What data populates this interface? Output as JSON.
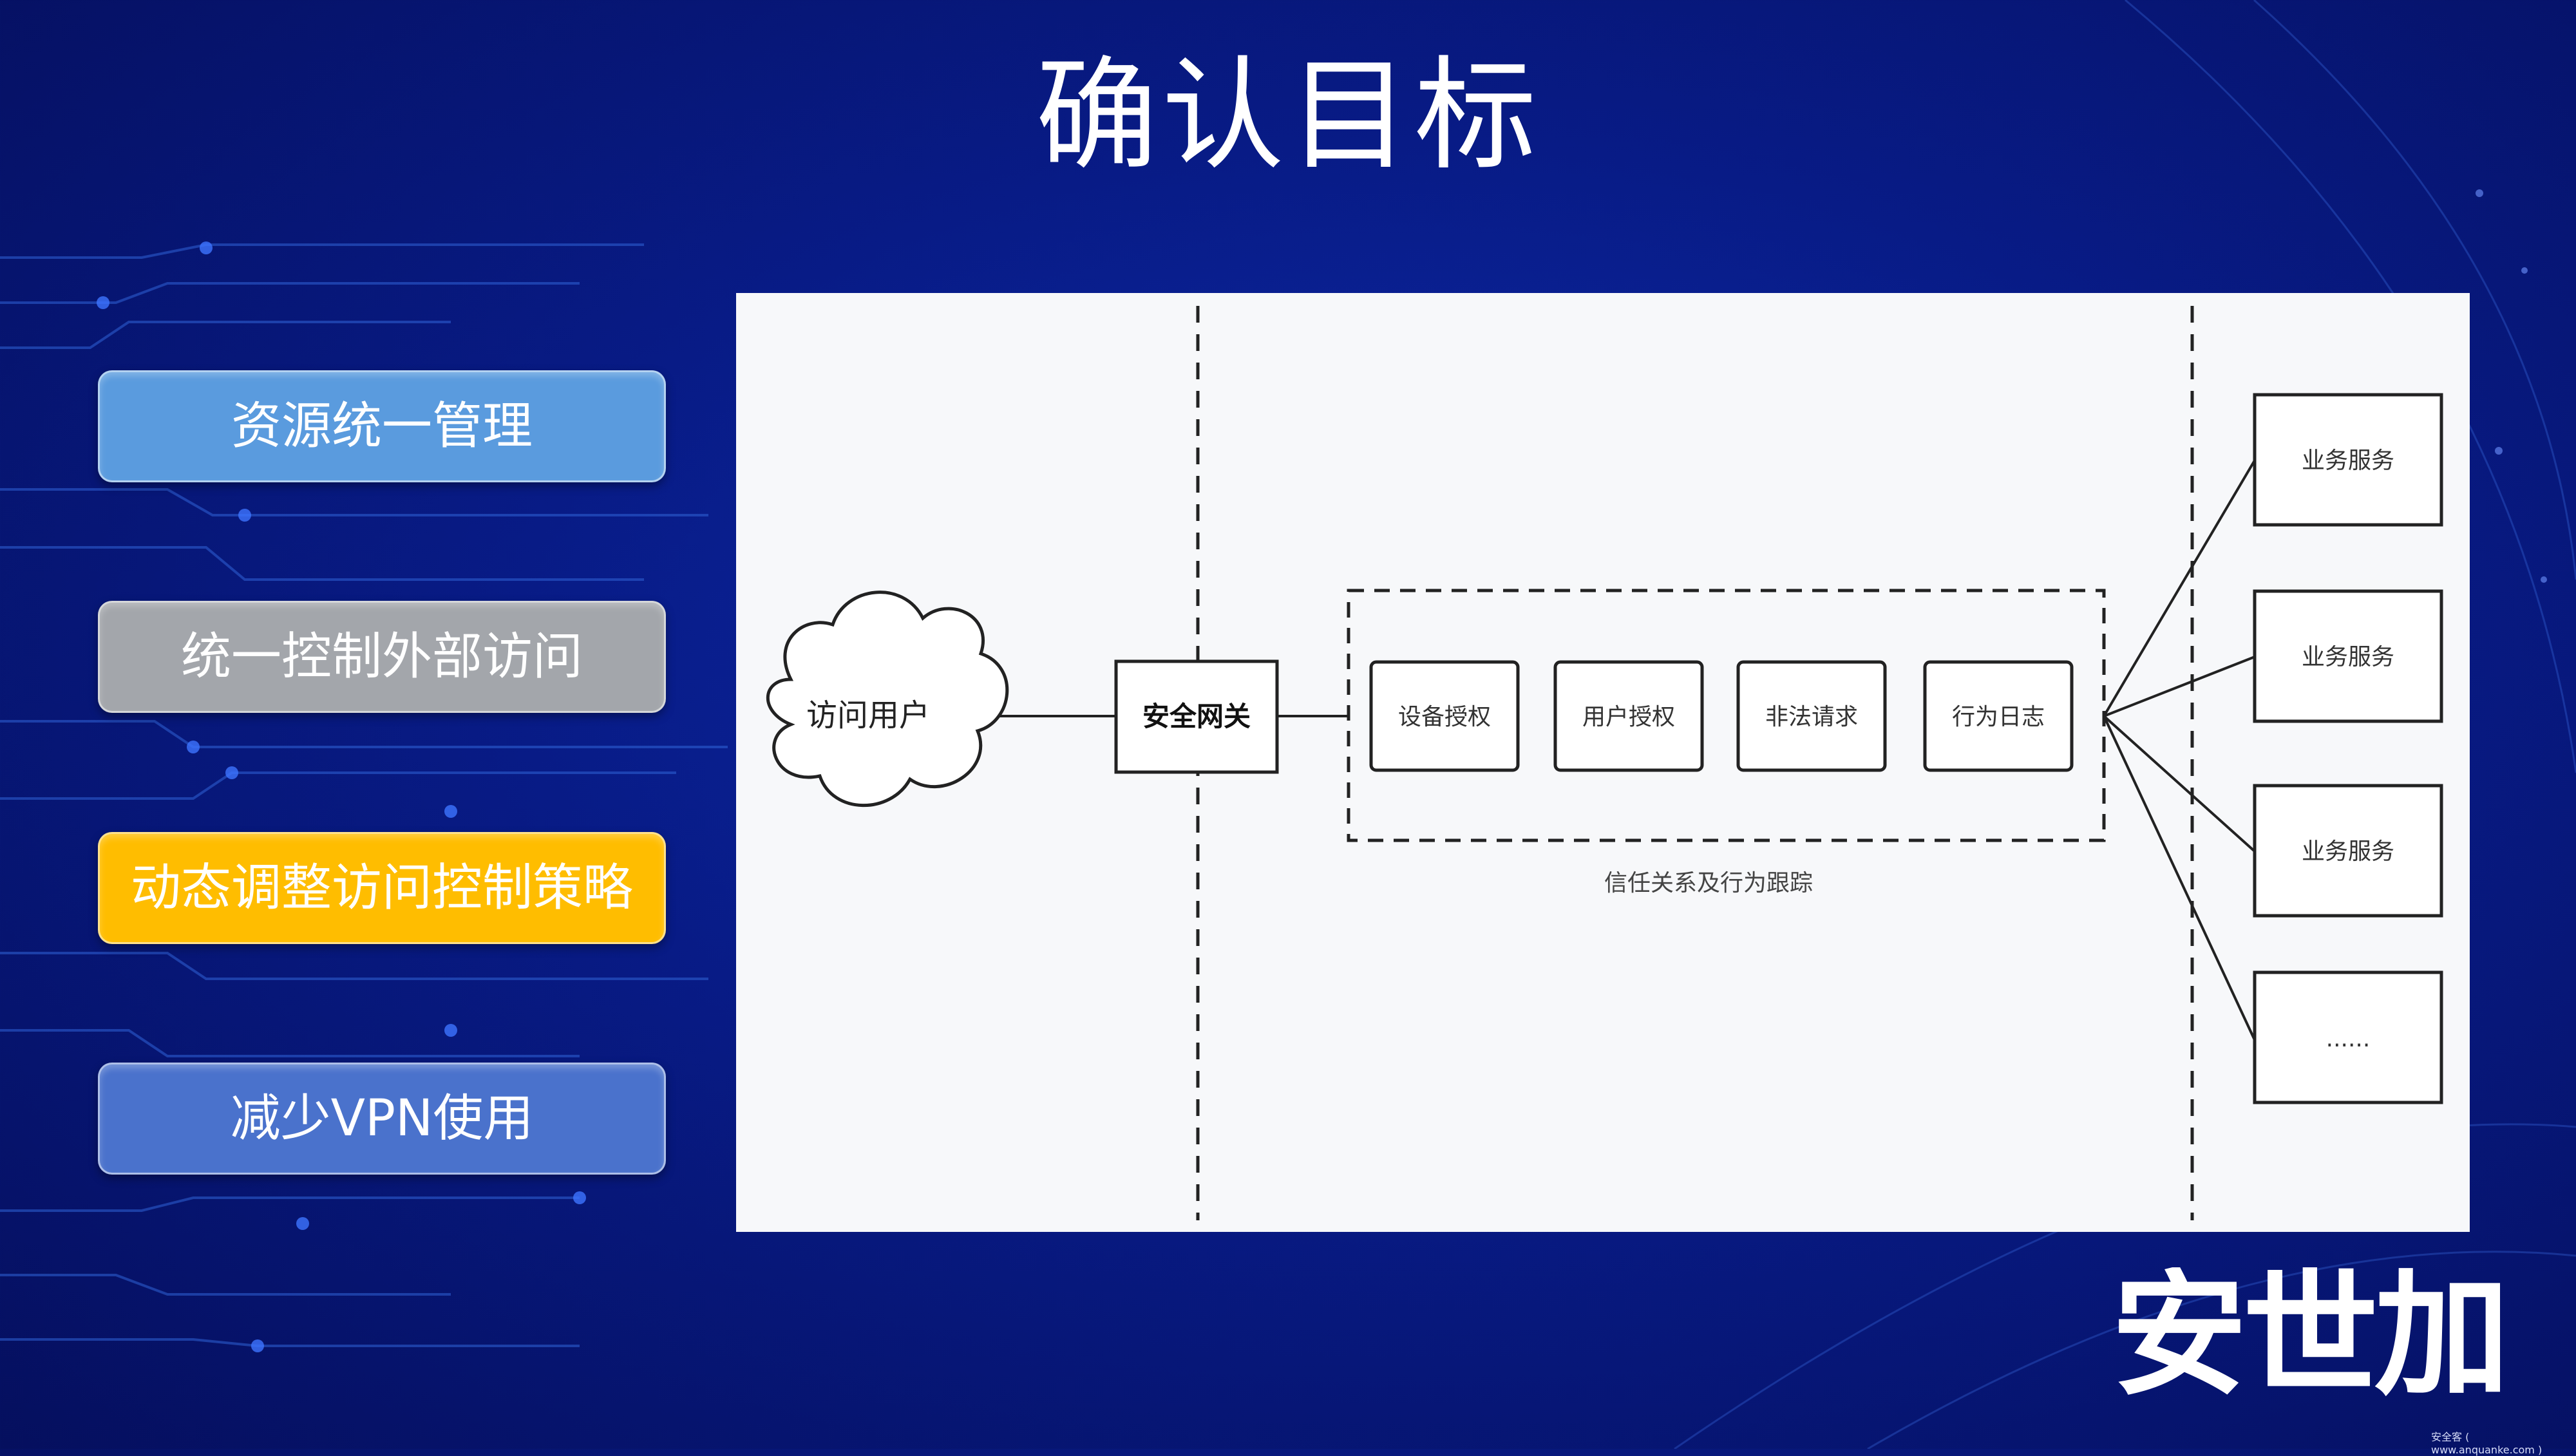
{
  "title": "确认目标",
  "goals": [
    {
      "label": "资源统一管理",
      "color": "#5a9bde"
    },
    {
      "label": "统一控制外部访问",
      "color": "#a3a6ab"
    },
    {
      "label": "动态调整访问控制策略",
      "color": "#ffbd00"
    },
    {
      "label": "减少VPN使用",
      "color": "#4a72cc"
    }
  ],
  "diagram": {
    "user": "访问用户",
    "gateway": "安全网关",
    "trust_items": [
      "设备授权",
      "用户授权",
      "非法请求",
      "行为日志"
    ],
    "trust_caption": "信任关系及行为跟踪",
    "services": [
      "业务服务",
      "业务服务",
      "业务服务",
      "......"
    ]
  },
  "logo_text": "安世加",
  "footer": "安全客 ( www.anquanke.com )"
}
